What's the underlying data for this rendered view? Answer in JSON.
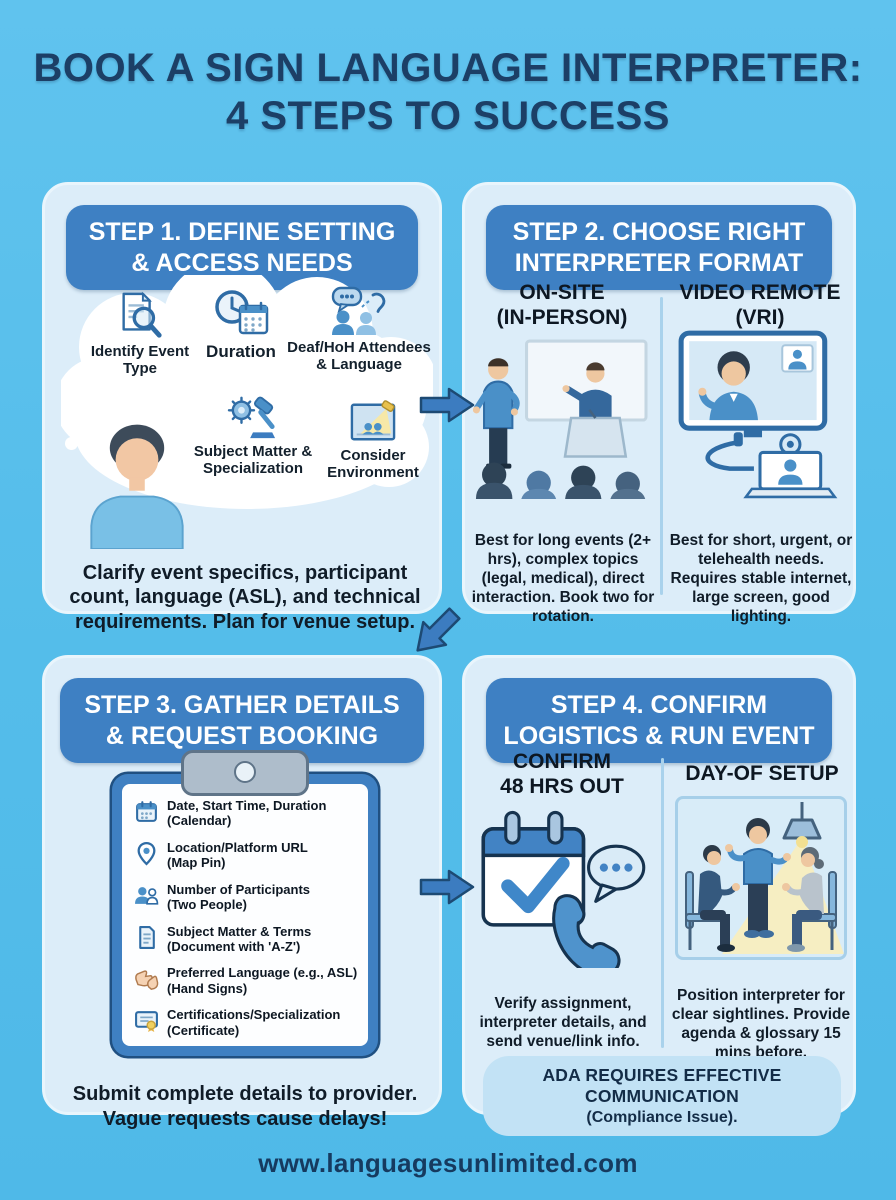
{
  "page": {
    "title_line1": "BOOK A SIGN LANGUAGE INTERPRETER:",
    "title_line2": "4 STEPS TO SUCCESS",
    "footer_url": "www.languagesunlimited.com"
  },
  "colors": {
    "background": "#54bdea",
    "panel": "#dcedf9",
    "step_header_pill": "#3e80c3",
    "title_text": "#1c3f66",
    "body_text": "#101c28",
    "arrow": "#3c7cc0",
    "ada_banner": "#c2e2f5"
  },
  "step1": {
    "header_line1": "STEP 1. DEFINE SETTING",
    "header_line2": "& ACCESS NEEDS",
    "cloud_items": [
      {
        "icon": "document-search-icon",
        "label": "Identify Event Type"
      },
      {
        "icon": "clock-calendar-icon",
        "label": "Duration"
      },
      {
        "icon": "chat-ear-people-icon",
        "label": "Deaf/HoH Attendees & Language"
      },
      {
        "icon": "gear-gavel-icon",
        "label": "Subject Matter & Specialization"
      },
      {
        "icon": "screen-light-icon",
        "label": "Consider Environment"
      }
    ],
    "description": "Clarify event specifics, participant count, language (ASL), and technical requirements. Plan for venue setup."
  },
  "step2": {
    "header_line1": "STEP 2. CHOOSE RIGHT",
    "header_line2": "INTERPRETER FORMAT",
    "left_title_line1": "ON-SITE",
    "left_title_line2": "(IN-PERSON)",
    "left_description": "Best for long events (2+ hrs), complex topics (legal, medical), direct interaction. Book two for rotation.",
    "right_title_line1": "VIDEO REMOTE",
    "right_title_line2": "(VRI)",
    "right_description": "Best for short, urgent, or telehealth needs. Requires stable internet, large screen, good lighting."
  },
  "step3": {
    "header_line1": "STEP 3. GATHER DETAILS",
    "header_line2": "& REQUEST BOOKING",
    "checklist": [
      {
        "icon": "calendar-icon",
        "line1": "Date, Start Time, Duration",
        "line2": "(Calendar)"
      },
      {
        "icon": "map-pin-icon",
        "line1": "Location/Platform URL",
        "line2": "(Map Pin)"
      },
      {
        "icon": "two-people-icon",
        "line1": "Number of Participants",
        "line2": "(Two People)"
      },
      {
        "icon": "document-icon",
        "line1": "Subject Matter & Terms",
        "line2": "(Document with 'A-Z')"
      },
      {
        "icon": "hand-signs-icon",
        "line1": "Preferred Language (e.g., ASL)",
        "line2": "(Hand Signs)"
      },
      {
        "icon": "certificate-icon",
        "line1": "Certifications/Specialization",
        "line2": "(Certificate)"
      }
    ],
    "description_line1": "Submit complete details to provider.",
    "description_line2": "Vague requests cause delays!"
  },
  "step4": {
    "header_line1": "STEP 4. CONFIRM",
    "header_line2": "LOGISTICS & RUN EVENT",
    "left_title_line1": "CONFIRM",
    "left_title_line2": "48 HRS OUT",
    "left_description": "Verify assignment, interpreter details, and send venue/link info.",
    "right_title": "DAY-OF SETUP",
    "right_description": "Position interpreter for clear sightlines. Provide agenda & glossary 15 mins before.",
    "banner_line1": "ADA REQUIRES EFFECTIVE COMMUNICATION",
    "banner_line2": "(Compliance Issue)."
  }
}
